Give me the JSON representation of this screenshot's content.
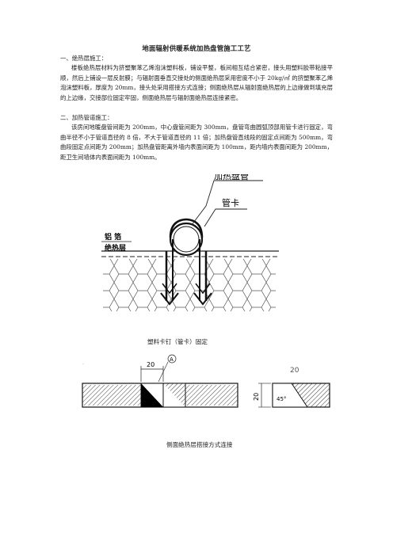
{
  "doc": {
    "title": "地面辐射供暖系统加热盘管施工工艺",
    "section1_heading": "一、绝热层施工：",
    "section1_body": "楼板绝热层材料为挤塑聚苯乙烯泡沫塑料板，铺设平整，板间相互结合紧密，接头用塑料胶带粘接平顺，然后上铺设一层反射膜；与辐射面垂直交接处的侧面绝热层采用密度不小于 20kg/㎡ 的挤塑聚苯乙烯泡沫塑料板，厚度为 20mm，接头处采用搭接方式连接；侧面绝热层从辐射面绝热层的上边缘做到填充层的上边缘，交接部位固定牢固，侧面绝热层与辐射面绝热层连接紧密。",
    "section2_heading": "二、加热管道施工：",
    "section2_body": "该房间地暖盘管间距为 200mm，中心盘管间距为 300mm，盘管弯曲圆弧顶部用管卡进行固定，弯曲半径不小于管道直径的 8 倍，不大于管道直径的 11 倍；加热盘管直线段的固定点间距为 500mm，弯曲段固定点间距为 200mm；加热盘管距离外墙内表面间距为 100mm，距内墙内表面间距为 200mm，距卫生间墙体内表面间距为 100mm。"
  },
  "figure1": {
    "label_pipe": "加热盘管",
    "label_clip": "管卡",
    "label_foil": "铝 箔",
    "label_insulation": "绝热层",
    "caption": "塑料卡钉（管卡）固定"
  },
  "figure2": {
    "dim_width": "20",
    "circle_marker": "A",
    "right_label_top": "20",
    "dim_height": "20",
    "angle_label": "45°",
    "caption": "侧面绝热层搭接方式连接"
  }
}
